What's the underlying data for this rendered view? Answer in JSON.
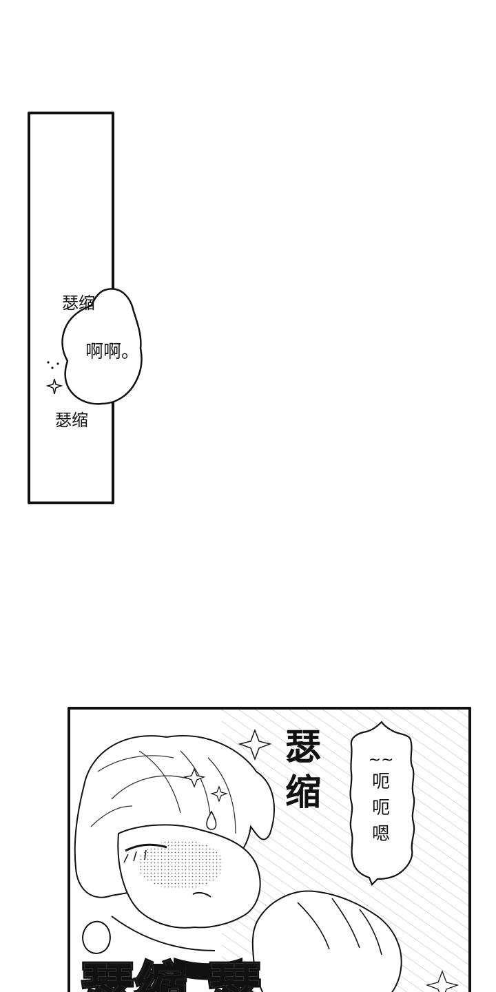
{
  "panel1": {
    "sfx_top": "瑟缩",
    "sfx_bottom": "瑟缩",
    "bubble_text": "啊啊。"
  },
  "panel2": {
    "sfx_vertical": [
      "瑟",
      "缩"
    ],
    "bubble_tilde": "~~",
    "bubble_chars": [
      "呃",
      "呃",
      "嗯"
    ],
    "sfx_bottom": "瑟缩 瑟"
  }
}
